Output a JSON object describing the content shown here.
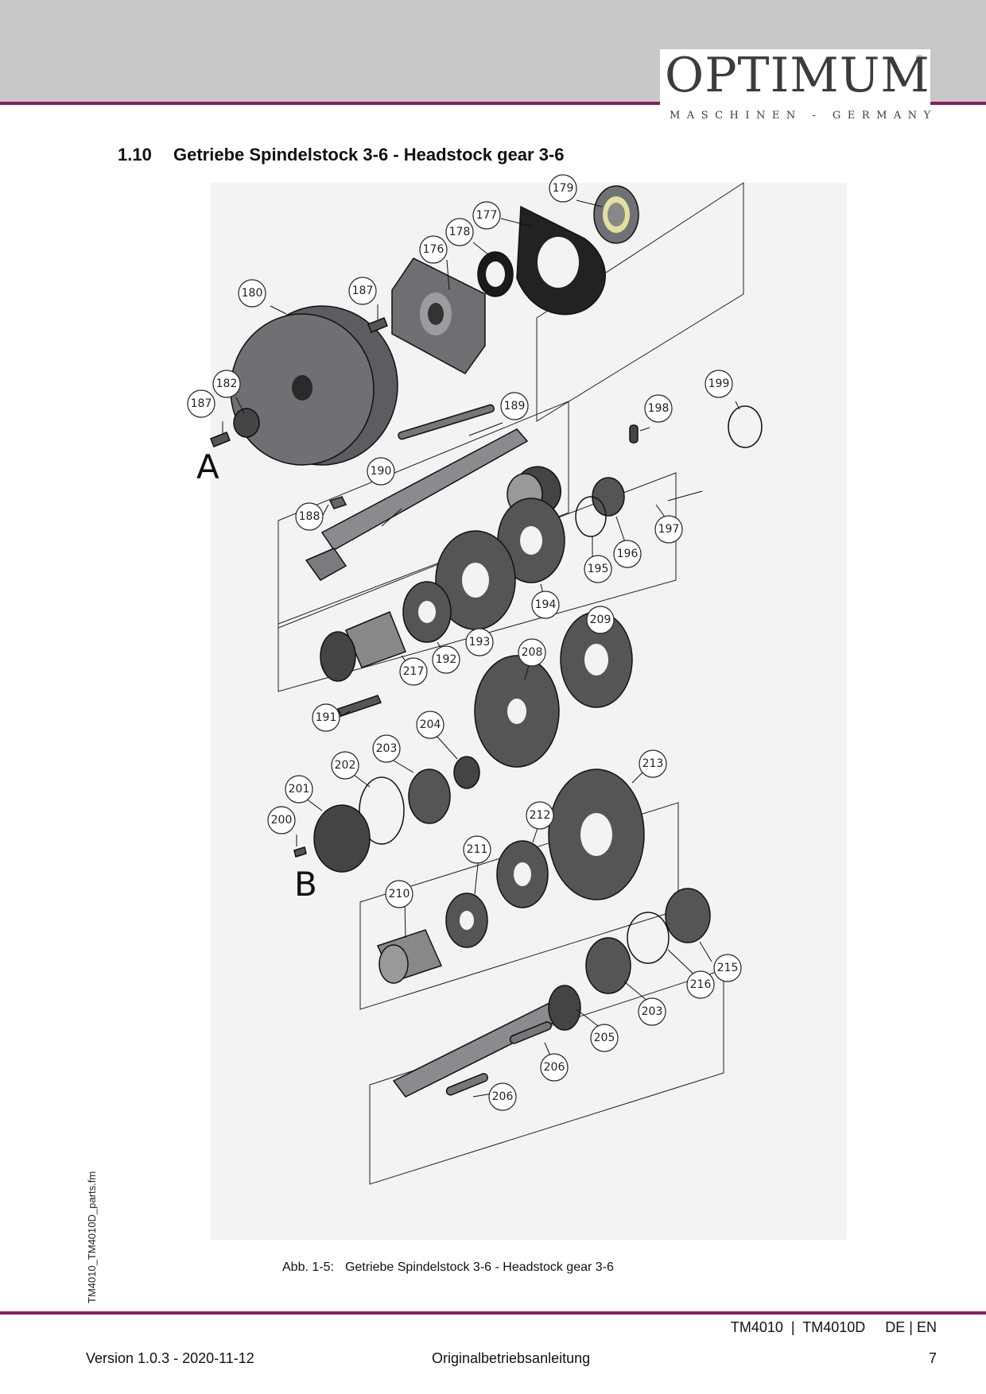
{
  "header": {
    "logo_text": "OPTIMUM",
    "logo_registered": "®",
    "logo_subtitle": "MASCHINEN - GERMANY",
    "brand_color": "#8a1e5a",
    "band_color": "#c7c8ca"
  },
  "section": {
    "number": "1.10",
    "title": "Getriebe Spindelstock 3-6 - Headstock gear 3-6"
  },
  "figure": {
    "group_labels": [
      "A",
      "B"
    ],
    "callouts": [
      "179",
      "177",
      "178",
      "176",
      "180",
      "187",
      "182",
      "187",
      "189",
      "199",
      "198",
      "190",
      "188",
      "197",
      "196",
      "195",
      "194",
      "209",
      "193",
      "192",
      "217",
      "208",
      "191",
      "204",
      "203",
      "202",
      "201",
      "200",
      "213",
      "212",
      "211",
      "210",
      "215",
      "216",
      "203",
      "205",
      "206",
      "206"
    ],
    "caption_label": "Abb. 1-5:",
    "caption_text": "Getriebe Spindelstock 3-6 - Headstock gear 3-6"
  },
  "margin": {
    "filename": "TM4010_TM4010D_parts.fm"
  },
  "footer": {
    "models": "TM4010  |  TM4010D     DE | EN",
    "version": "Version 1.0.3 - 2020-11-12",
    "doc_type": "Originalbetriebsanleitung",
    "page_number": "7"
  }
}
